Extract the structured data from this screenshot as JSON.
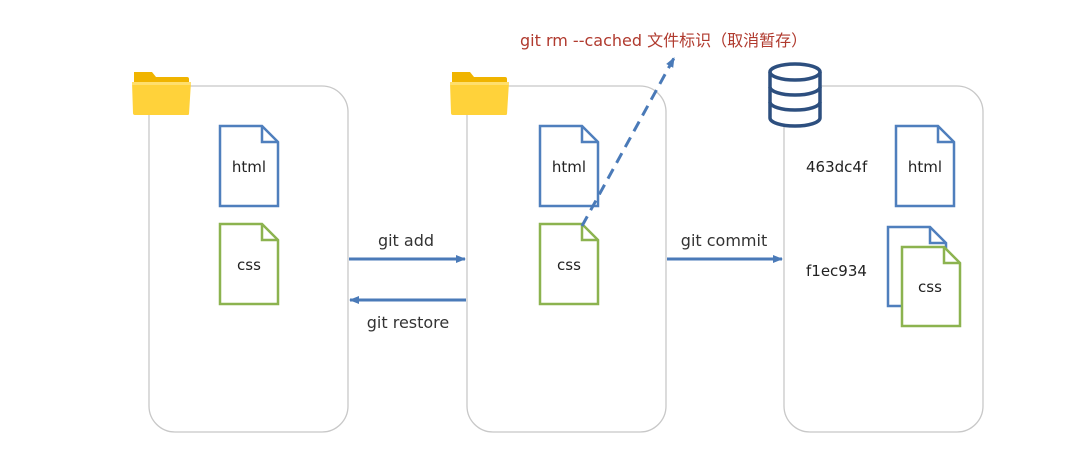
{
  "colors": {
    "panel_border": "#c8c8c8",
    "html_doc": "#4f7fbd",
    "css_doc": "#8cb34f",
    "arrow": "#4a7ab8",
    "rm_text": "#b03a2e",
    "folder_back": "#f0b400",
    "folder_front": "#ffd23a"
  },
  "icons": {
    "working_folder": "folder-icon",
    "staging_folder": "folder-icon",
    "repository": "database-icon"
  },
  "panels": {
    "working": {
      "files": {
        "html": "html",
        "css": "css"
      }
    },
    "staging": {
      "files": {
        "html": "html",
        "css": "css"
      }
    },
    "repository": {
      "files": {
        "html": "html",
        "css": "css"
      },
      "hashes": {
        "html": "463dc4f",
        "css": "f1ec934"
      }
    }
  },
  "arrows": {
    "add": "git add",
    "restore": "git restore",
    "commit": "git commit",
    "rm_cached": "git rm --cached 文件标识（取消暂存）"
  }
}
